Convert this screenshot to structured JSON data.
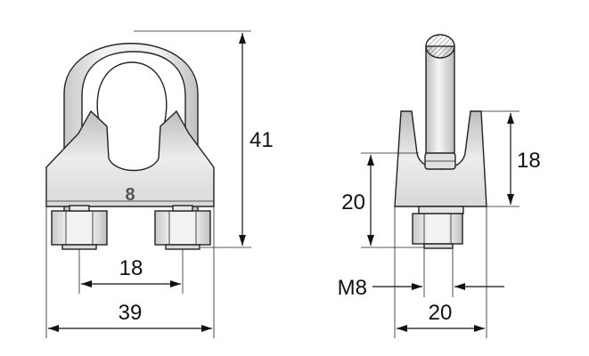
{
  "front_view": {
    "size_mark": "8",
    "dim_height": "41",
    "dim_bolt_spacing": "18",
    "dim_overall_width": "39"
  },
  "side_view": {
    "dim_jaw_height": "18",
    "dim_body_height": "20",
    "dim_thread": "M8",
    "dim_base_width": "20"
  },
  "colors": {
    "metal_light": "#f4f4f4",
    "metal_mid": "#dcdcdc",
    "metal_dark": "#b8b8b8",
    "line": "#222222"
  }
}
